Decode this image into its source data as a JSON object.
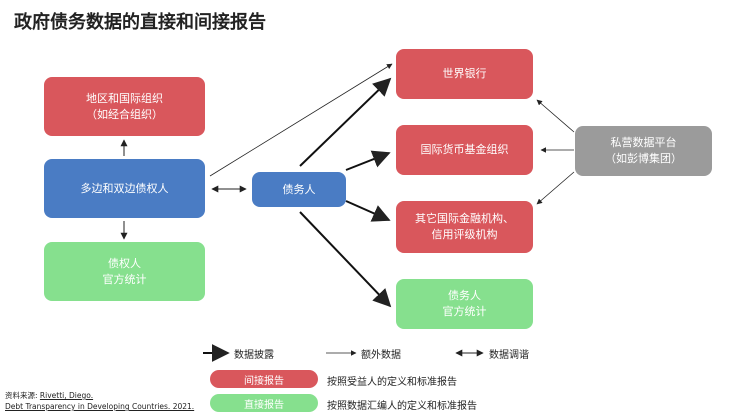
{
  "title": "政府债务数据的直接和间接报告",
  "nodes": {
    "regional": [
      "地区和国际组织",
      "（如经合组织）"
    ],
    "multilateral": [
      "多边和双边债权人"
    ],
    "creditor_stats": [
      "债权人",
      "官方统计"
    ],
    "debtor": [
      "债务人"
    ],
    "world_bank": [
      "世界银行"
    ],
    "imf": [
      "国际货币基金组织"
    ],
    "other_ifi": [
      "其它国际金融机构、",
      "信用评级机构"
    ],
    "debtor_stats": [
      "债务人",
      "官方统计"
    ],
    "private": [
      "私营数据平台",
      "（如彭博集团）"
    ]
  },
  "legend": {
    "disclosure": "数据披露",
    "extra": "额外数据",
    "reconcile": "数据调谐",
    "indirect_pill": "间接报告",
    "indirect_desc": "按照受益人的定义和标准报告",
    "direct_pill": "直接报告",
    "direct_desc": "按照数据汇编人的定义和标准报告"
  },
  "source": {
    "prefix": "资料来源: ",
    "author": "Rivetti, Diego.",
    "work": "Debt Transparency in Developing Countries. 2021."
  },
  "colors": {
    "indirect": "#d9575c",
    "direct": "#86e08e",
    "creditor": "#4a7cc4",
    "private": "#9b9b9b"
  }
}
